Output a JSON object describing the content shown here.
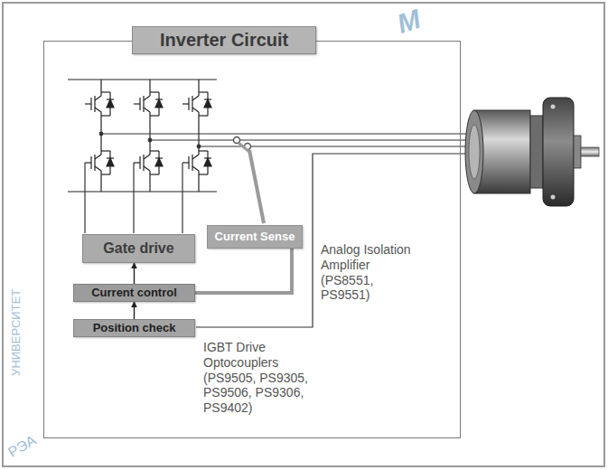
{
  "diagram": {
    "nodes": [
      {
        "text": [
          "Inverter Circuit"
        ]
      },
      {
        "text": [
          "Gate drive"
        ],
        "in": 0
      },
      {
        "text": [
          "Current Sense"
        ],
        "in": 0
      },
      {
        "text": [
          "Current control"
        ],
        "in": 0
      },
      {
        "text": [
          "Position check"
        ],
        "in": 0
      }
    ],
    "edges": [
      {
        "from": 3,
        "to": 1,
        "arrow": "to"
      },
      {
        "from": 4,
        "to": 3,
        "arrow": "to"
      },
      {
        "from": 2,
        "to": 3,
        "arrow": "none"
      }
    ],
    "labels": [
      "Analog Isolation Amplifier (PS8551, PS9551)",
      "IGBT Drive Optocouplers (PS9505, PS9305, PS9506, PS9306, PS9402)",
      "M",
      "УНИВЕРСИТЕТ",
      "РЭА"
    ]
  }
}
